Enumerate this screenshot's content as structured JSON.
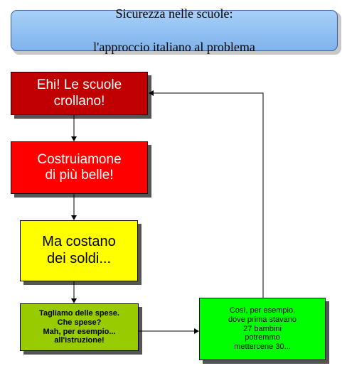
{
  "title": {
    "line1": "Sicurezza nelle scuole:",
    "line2": "l'approccio italiano al problema"
  },
  "nodes": [
    {
      "id": "n1",
      "text": "Ehi! Le scuole\ncrollano!",
      "color": "#c00000"
    },
    {
      "id": "n2",
      "text": "Costruiamone\ndi più belle!",
      "color": "#ff0000"
    },
    {
      "id": "n3",
      "text": "Ma costano\ndei soldi...",
      "color": "#ffff00"
    },
    {
      "id": "n4",
      "text": "Tagliamo delle spese.\nChe spese?\nMah, per esempio...\nall'istruzione!",
      "color": "#99cc00"
    },
    {
      "id": "n5",
      "text": "Così, per esempio,\ndove prima stavano\n27 bambini\npotremmo\nmettercene 30...",
      "color": "#00ff00"
    }
  ],
  "edges": [
    {
      "from": "n1",
      "to": "n2"
    },
    {
      "from": "n2",
      "to": "n3"
    },
    {
      "from": "n3",
      "to": "n4"
    },
    {
      "from": "n4",
      "to": "n5"
    },
    {
      "from": "n5",
      "to": "n1"
    }
  ]
}
